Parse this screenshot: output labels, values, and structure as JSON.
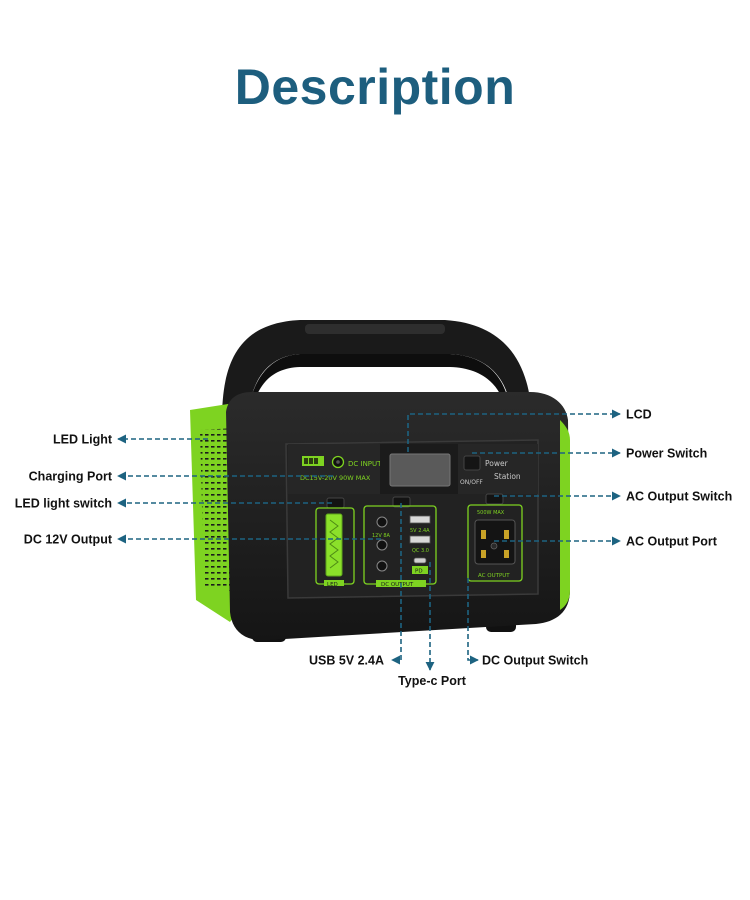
{
  "title": "Description",
  "colors": {
    "title": "#1d5e7e",
    "leader_line": "#1d6381",
    "device_body": "#1e1e1e",
    "accent_green": "#7ed321"
  },
  "device": {
    "dc_input_label": "DC INPUT",
    "dc_input_spec": "DC15V-20V  90W  MAX",
    "power_label": "Power",
    "station_label": "Station",
    "onoff_label": "ON/OFF",
    "led_label": "LED",
    "dc_12v_label": "12V 8A",
    "usb_label": "5V 2.4A",
    "qc_label": "QC 3.0",
    "pd_label": "PD",
    "dc_output_label": "DC OUTPUT",
    "ac_max_label": "500W MAX",
    "ac_output_label": "AC OUTPUT"
  },
  "callouts": {
    "led_light": "LED Light",
    "charging_port": "Charging Port",
    "led_light_switch": "LED light switch",
    "dc_12v_output": "DC 12V Output",
    "lcd": "LCD",
    "power_switch": "Power Switch",
    "ac_output_switch": "AC Output Switch",
    "ac_output_port": "AC Output Port",
    "usb_5v": "USB 5V 2.4A",
    "type_c_port": "Type-c Port",
    "dc_output_switch": "DC Output Switch"
  }
}
